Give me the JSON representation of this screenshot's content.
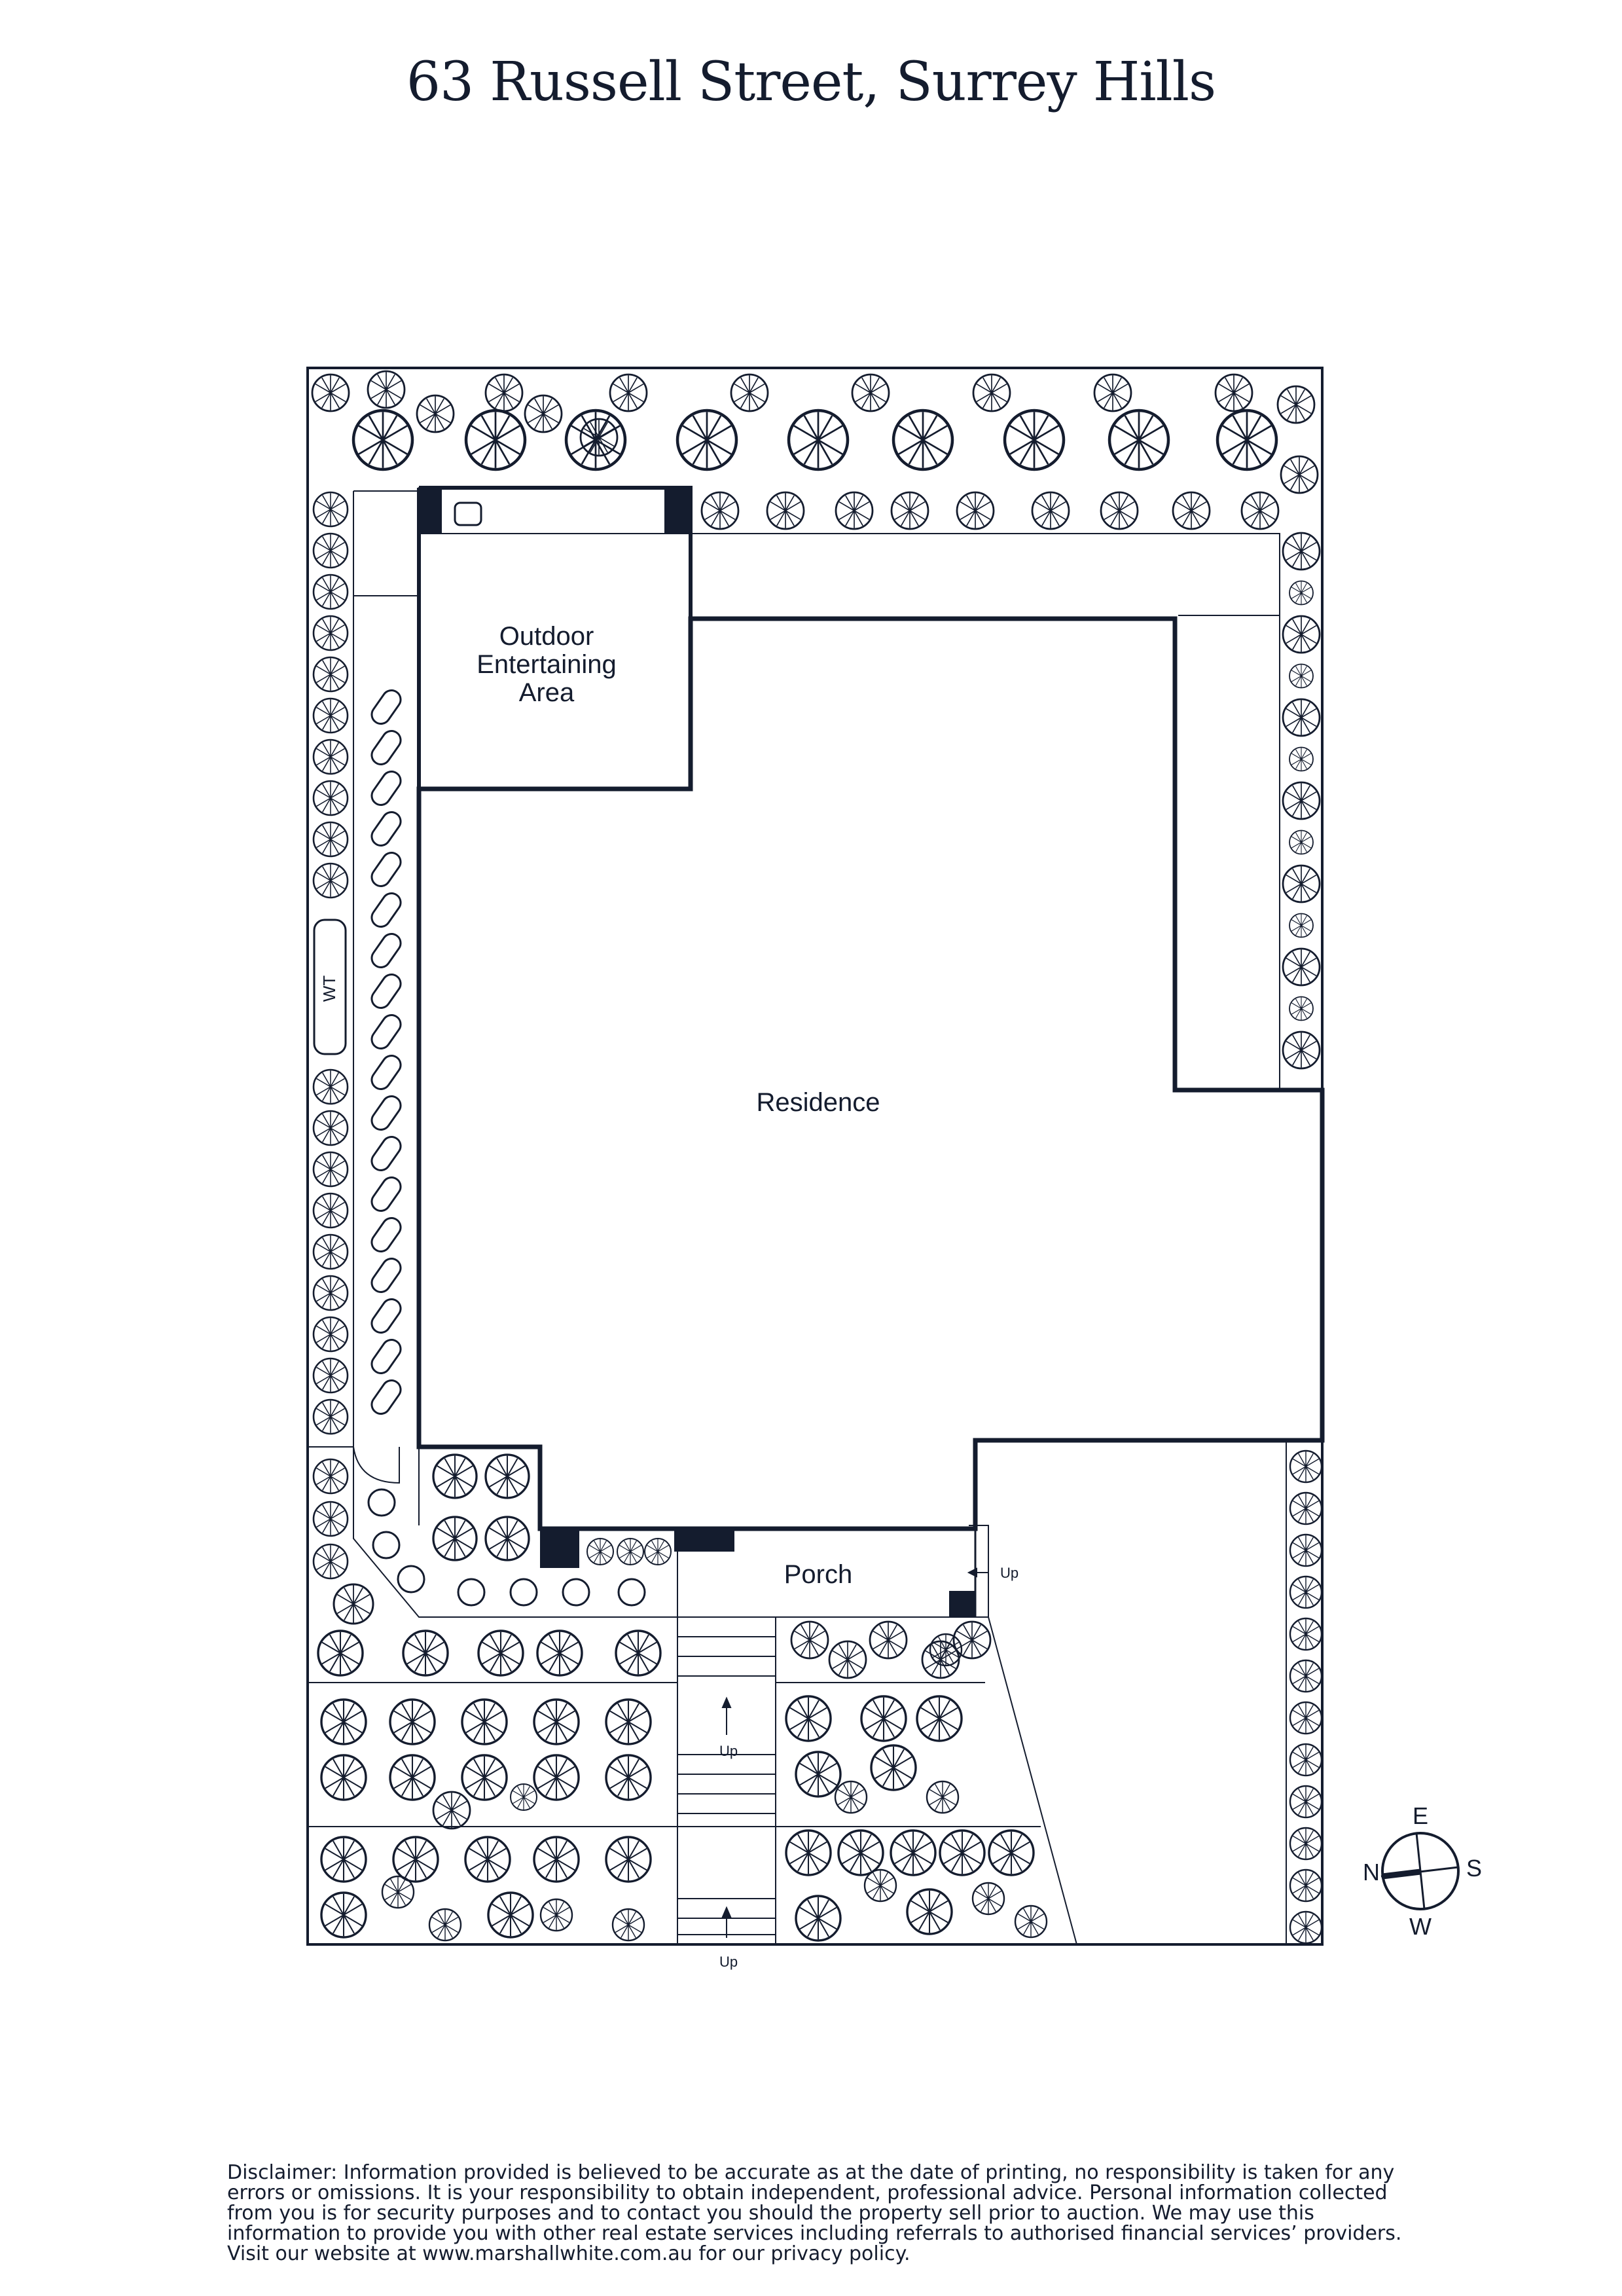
{
  "page": {
    "title": "63 Russell Street, Surrey Hills"
  },
  "rooms": {
    "outdoor": [
      "Outdoor",
      "Entertaining",
      "Area"
    ],
    "residence": "Residence",
    "porch": "Porch",
    "wt": "WT"
  },
  "stairs": {
    "up": "Up"
  },
  "compass": {
    "north": "N",
    "east": "E",
    "south": "S",
    "west": "W"
  },
  "disclaimer": "Disclaimer: Information provided is believed to be accurate as at the date of printing, no responsibility is taken for any errors or omissions. It is your responsibility to obtain independent, professional advice. Personal information collected from you is for security purposes and to contact you should the property sell prior to auction. We may use this information to provide you with other real estate services including referrals to authorised financial services’ providers. Visit our website at www.marshallwhite.com.au for our privacy policy.",
  "colors": {
    "ink": "#141c2e",
    "paper": "#ffffff"
  }
}
